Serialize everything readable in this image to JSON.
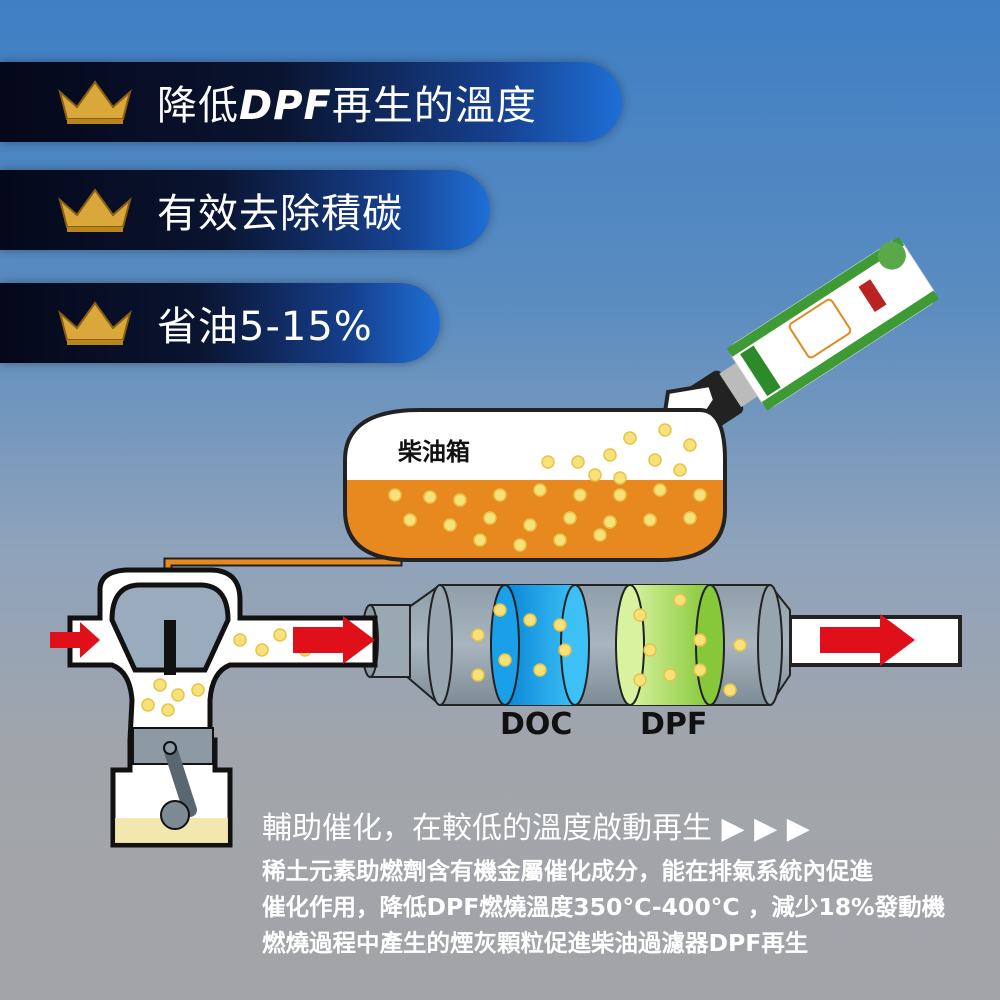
{
  "banners": [
    {
      "pre": "降低",
      "em": "DPF",
      "post": "再生的溫度"
    },
    {
      "pre": "有效去除積碳",
      "em": "",
      "post": ""
    },
    {
      "pre": "省油5-15%",
      "em": "",
      "post": ""
    }
  ],
  "diagram": {
    "tank_label": "柴油箱",
    "doc_label": "DOC",
    "dpf_label": "DPF"
  },
  "description": {
    "heading": "輔助催化，在較低的溫度啟動再生 ▶ ▶ ▶",
    "lines": [
      "稀土元素助燃劑含有機金屬催化成分，能在排氣系統內促進",
      "催化作用，降低DPF燃燒溫度350°C-400°C ，減少18%發動機",
      "燃燒過程中產生的煙灰顆粒促進柴油過濾器DPF再生"
    ]
  },
  "colors": {
    "fuel": "#e8891f",
    "arrow": "#e0101a",
    "doc": "#1aa0e8",
    "dpf": "#9fd84a",
    "bubble": "#f7e27a"
  }
}
